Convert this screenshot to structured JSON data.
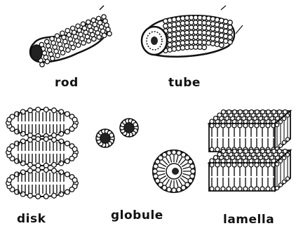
{
  "labels": {
    "rod": "rod",
    "tube": "tube",
    "disk": "disk",
    "globule": "globule",
    "lamella": "lamella"
  },
  "colors": {
    "ink": "#111111",
    "paper": "#ffffff"
  }
}
